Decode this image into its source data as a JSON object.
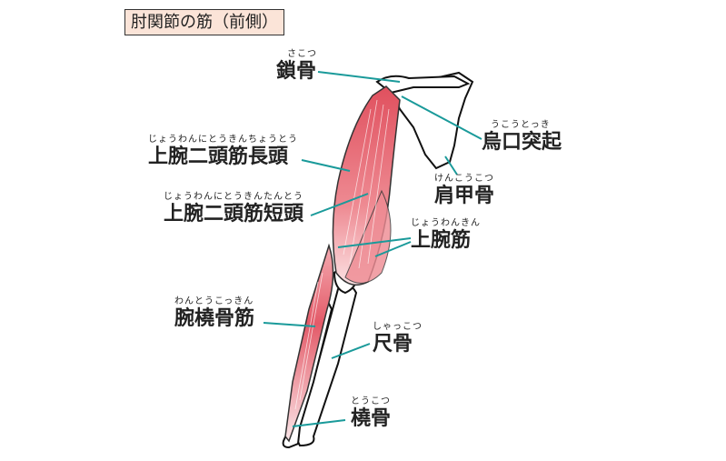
{
  "title": "肘関節の筋（前側）",
  "colors": {
    "muscle": "#e35a68",
    "leader": "#1a9a9a",
    "title_bg": "#fbe4d8"
  },
  "labels": {
    "clavicle": {
      "ruby": "さこつ",
      "text": "鎖骨"
    },
    "coracoid": {
      "ruby": "うこうとっき",
      "text": "烏口突起"
    },
    "biceps_long": {
      "ruby": "じょうわんにとうきんちょうとう",
      "text": "上腕二頭筋長頭"
    },
    "biceps_short": {
      "ruby": "じょうわんにとうきんたんとう",
      "text": "上腕二頭筋短頭"
    },
    "scapula": {
      "ruby": "けんこうこつ",
      "text": "肩甲骨"
    },
    "brachialis": {
      "ruby": "じょうわんきん",
      "text": "上腕筋"
    },
    "brachioradialis": {
      "ruby": "わんとうこっきん",
      "text": "腕橈骨筋"
    },
    "ulna": {
      "ruby": "しゃっこつ",
      "text": "尺骨"
    },
    "radius": {
      "ruby": "とうこつ",
      "text": "橈骨"
    }
  }
}
